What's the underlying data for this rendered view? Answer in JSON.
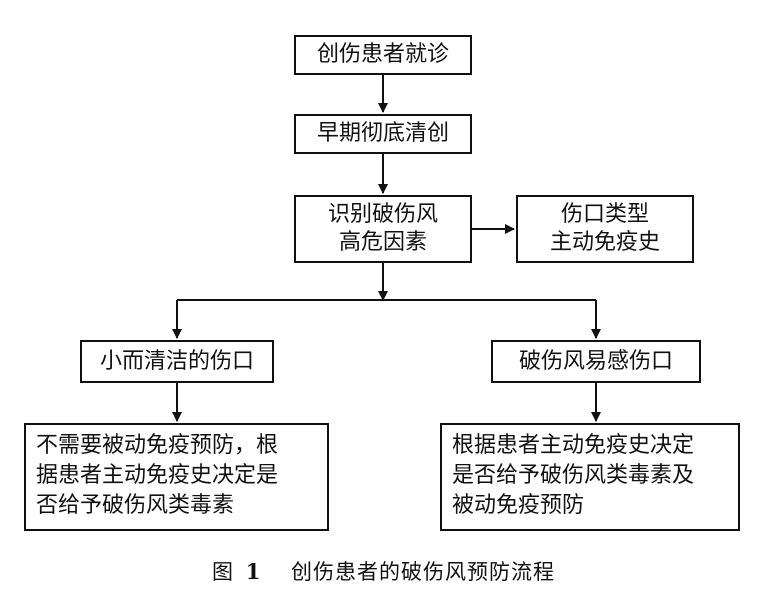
{
  "nodes": {
    "visit": "创伤患者就诊",
    "debride": "早期彻底清创",
    "identify": [
      "识别破伤风",
      "高危因素"
    ],
    "wound_type": [
      "伤口类型",
      "主动免疫史"
    ],
    "clean": "小而清洁的伤口",
    "prone": "破伤风易感伤口",
    "clean_action": [
      "不需要被动免疫预防，根",
      "据患者主动免疫史决定是",
      "否给予破伤风类毒素"
    ],
    "prone_action": [
      "根据患者主动免疫史决定",
      "是否给予破伤风类毒素及",
      "被动免疫预防"
    ]
  },
  "caption": {
    "prefix": "图",
    "number": "1",
    "text": "创伤患者的破伤风预防流程"
  }
}
